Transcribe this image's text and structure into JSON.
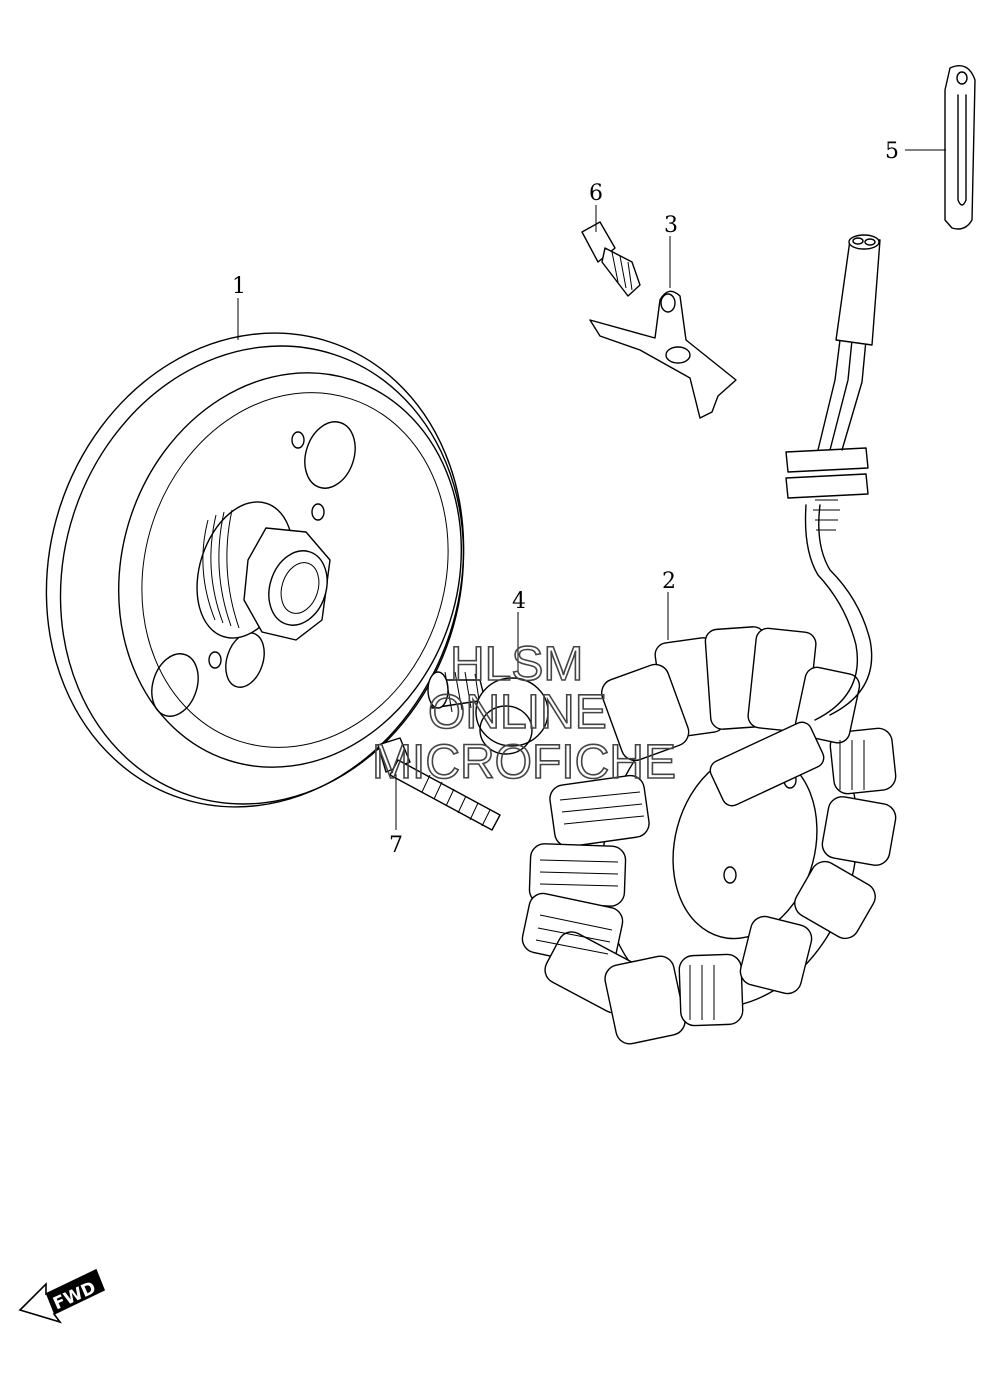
{
  "callouts": [
    {
      "id": "1",
      "label": "1"
    },
    {
      "id": "2",
      "label": "2"
    },
    {
      "id": "3",
      "label": "3"
    },
    {
      "id": "4",
      "label": "4"
    },
    {
      "id": "5",
      "label": "5"
    },
    {
      "id": "6",
      "label": "6"
    },
    {
      "id": "7",
      "label": "7"
    }
  ],
  "watermark": {
    "line1": "HLSM",
    "line2": "ONLINE",
    "line3": "MICROFICHE"
  },
  "direction_badge": {
    "label": "FWD"
  }
}
